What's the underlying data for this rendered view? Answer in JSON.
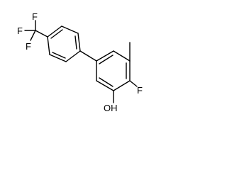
{
  "molecule": {
    "labels": {
      "f_top_left": "F",
      "f_top_mid": "F",
      "f_lower_left": "F",
      "f_ring": "F",
      "hydroxyl": "OH"
    },
    "colors": {
      "bond": "#000000",
      "label": "#000000",
      "background": "#ffffff"
    }
  }
}
